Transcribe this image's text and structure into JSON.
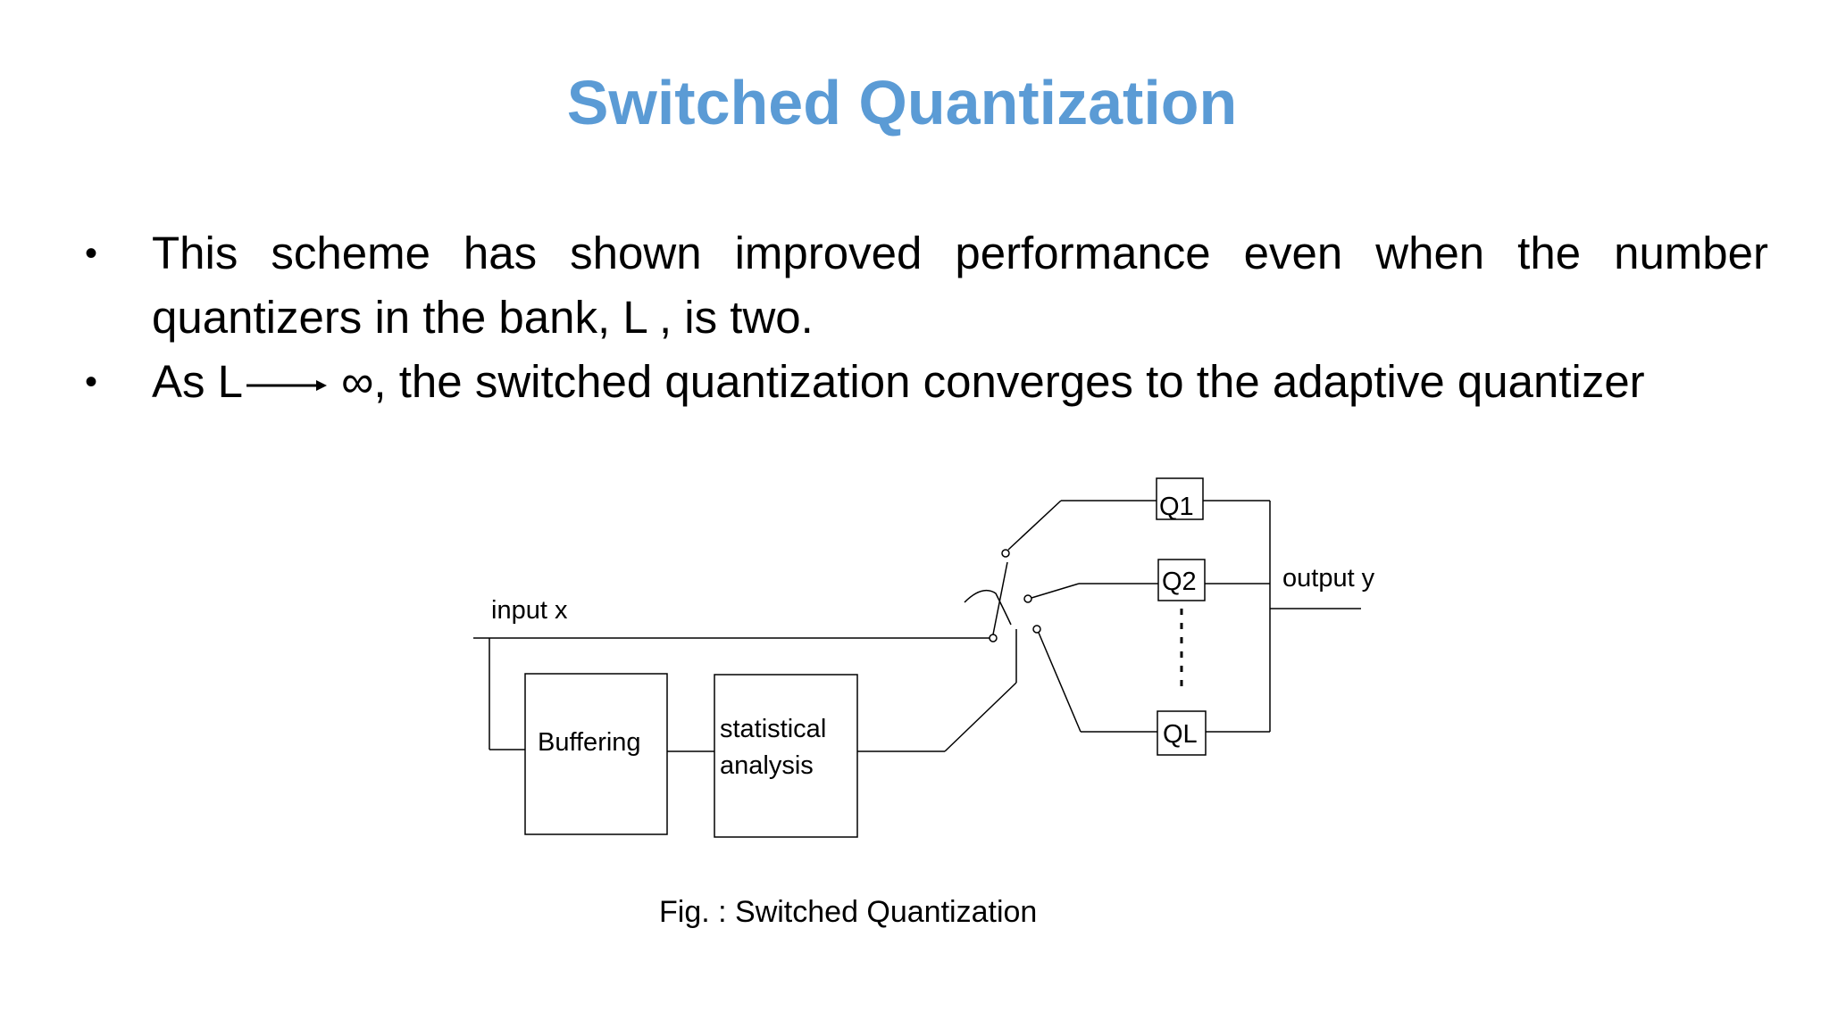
{
  "slide": {
    "title": "Switched Quantization",
    "bullets": [
      {
        "text": "This scheme has shown improved performance even when the number quantizers in the bank, L , is two."
      },
      {
        "prefix": "As L",
        "suffix": "∞, the switched quantization converges to the adaptive quantizer"
      }
    ]
  },
  "diagram": {
    "input_label": "input x",
    "output_label": "output y",
    "blocks": {
      "buffering": "Buffering",
      "statistical_line1": "statistical",
      "statistical_line2": "analysis"
    },
    "quantizers": [
      "Q1",
      "Q2",
      "QL"
    ],
    "caption": "Fig. : Switched Quantization"
  }
}
